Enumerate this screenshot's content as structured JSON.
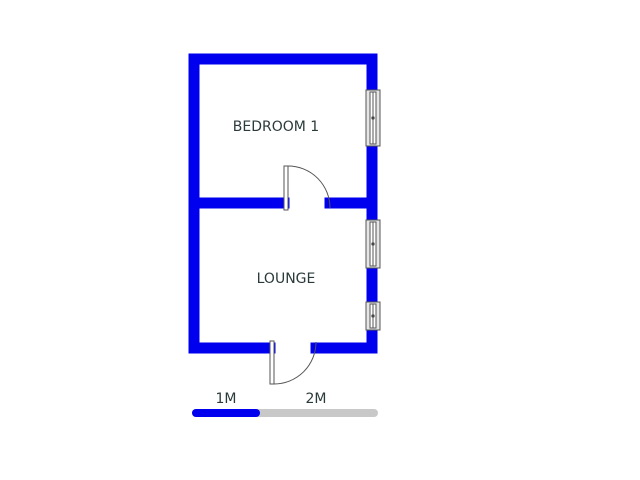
{
  "rooms": [
    {
      "label": "BEDROOM 1"
    },
    {
      "label": "LOUNGE"
    }
  ],
  "scale": {
    "label_1": "1M",
    "label_2": "2M"
  },
  "colors": {
    "wall": "#0000ee",
    "scale_filled": "#0000ee",
    "scale_empty": "#c8c8c8",
    "door_line": "#555555",
    "window_frame": "#555555",
    "window_fill": "#e6e6e6"
  }
}
